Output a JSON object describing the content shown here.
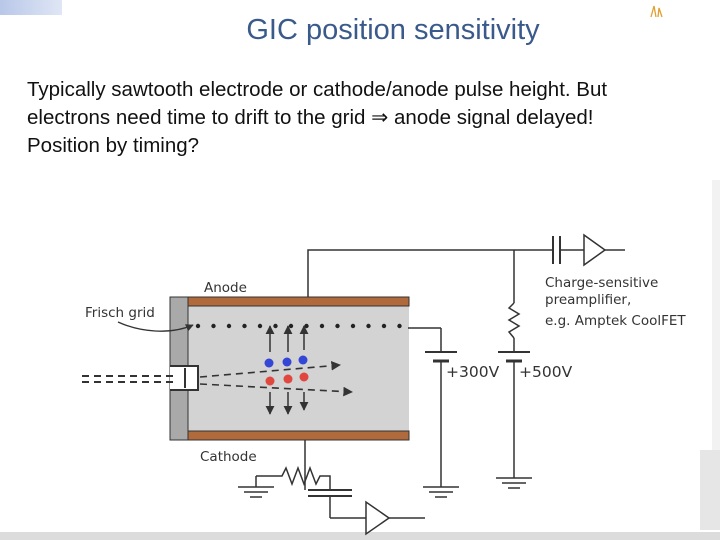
{
  "header": {
    "title": "GIC position sensitivity"
  },
  "body": {
    "line1": "Typically sawtooth electrode or cathode/anode pulse height. But",
    "line2_part1": "electrons need time to drift to the grid ",
    "line2_arrow": "⇒",
    "line2_part2": " anode signal delayed!",
    "line3": "Position by timing?"
  },
  "diagram": {
    "anode_label": "Anode",
    "frisch_grid_label": "Frisch grid",
    "cathode_label": "Cathode",
    "preamp_label_line1": "Charge-sensitive",
    "preamp_label_line2": "preamplifier,",
    "preamp_label_line3": "e.g. Amptek CoolFET",
    "voltage_anode": "+300V",
    "voltage_preamp": "+500V"
  },
  "colors": {
    "title": "#3a5a8c",
    "chamber_gas": "#d3d3d3",
    "electrode": "#b06a3b",
    "wall": "#a9a9a9",
    "electron": "#3446d6",
    "ion": "#e0483f",
    "wire": "#333333"
  }
}
